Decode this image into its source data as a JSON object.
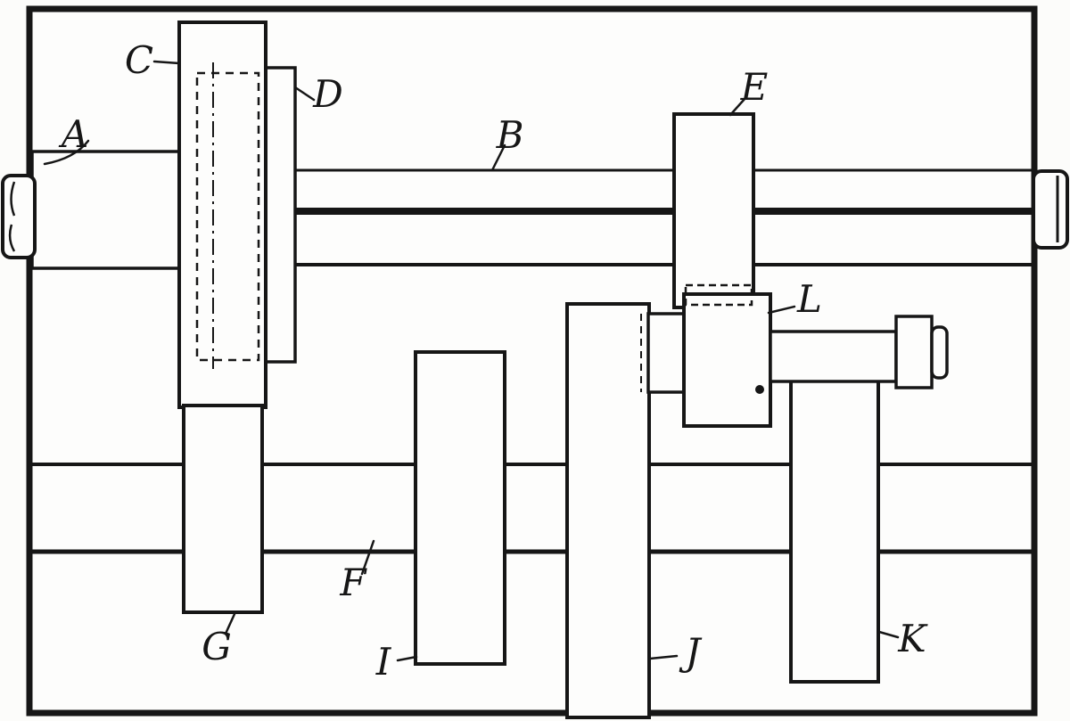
{
  "figure": {
    "labels": {
      "A": "A",
      "B": "B",
      "C": "C",
      "D": "D",
      "E": "E",
      "F": "F",
      "G": "G",
      "I": "I",
      "J": "J",
      "K": "K",
      "L": "L"
    }
  },
  "colors": {
    "ink": "#161616",
    "paper": "#fcfcfa"
  }
}
